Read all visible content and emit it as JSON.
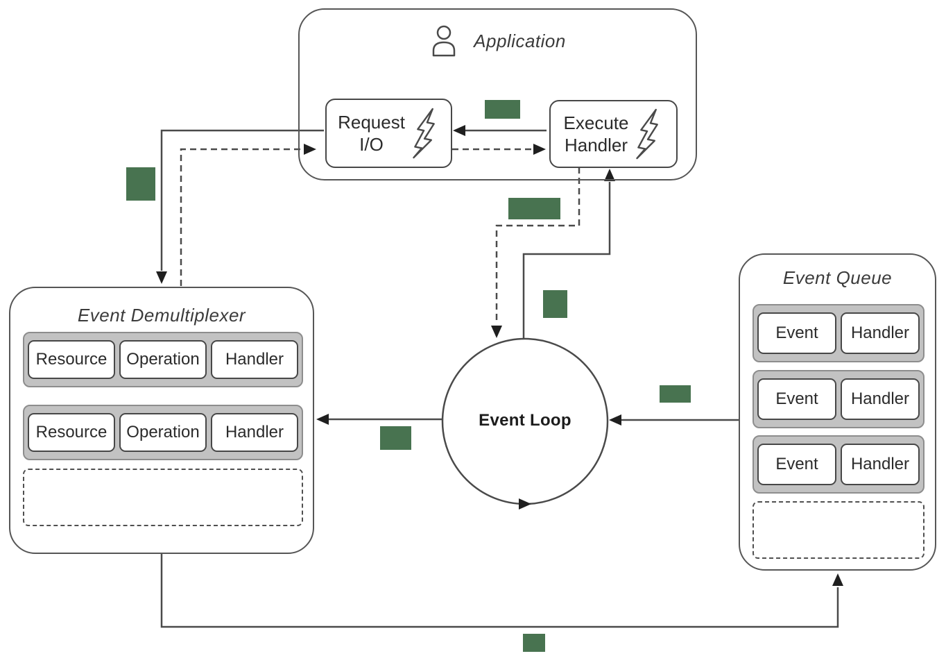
{
  "application": {
    "title": "Application",
    "request_io": {
      "line1": "Request",
      "line2": "I/O"
    },
    "execute_handler": {
      "line1": "Execute",
      "line2": "Handler"
    }
  },
  "event_demultiplexer": {
    "title": "Event Demultiplexer",
    "rows": [
      [
        "Resource",
        "Operation",
        "Handler"
      ],
      [
        "Resource",
        "Operation",
        "Handler"
      ]
    ]
  },
  "event_loop": {
    "label": "Event Loop"
  },
  "event_queue": {
    "title": "Event Queue",
    "rows": [
      [
        "Event",
        "Handler"
      ],
      [
        "Event",
        "Handler"
      ],
      [
        "Event",
        "Handler"
      ]
    ]
  },
  "colors": {
    "badge_green": "#487350",
    "line": "#4a4a4a"
  }
}
